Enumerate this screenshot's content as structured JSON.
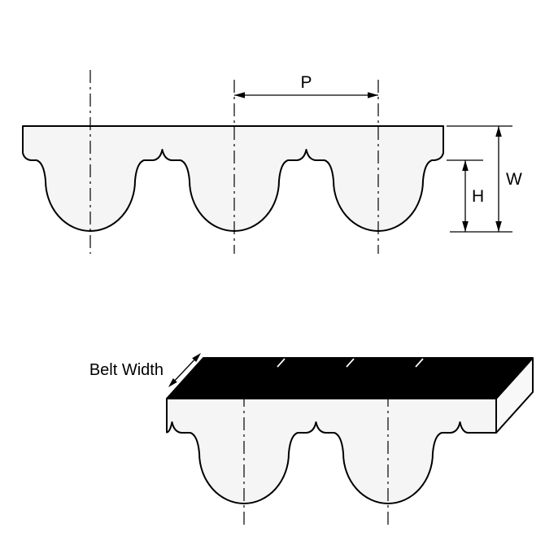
{
  "diagram": {
    "labels": {
      "pitch": "P",
      "belt_thickness": "W",
      "tooth_height": "H",
      "belt_width": "Belt Width"
    },
    "colors": {
      "line": "#000000",
      "belt_fill": "#f5f5f5",
      "end_face_fill": "#f8f8f8",
      "top_face_fill": "#000000",
      "tick": "#ffffff",
      "background": "#ffffff"
    }
  }
}
